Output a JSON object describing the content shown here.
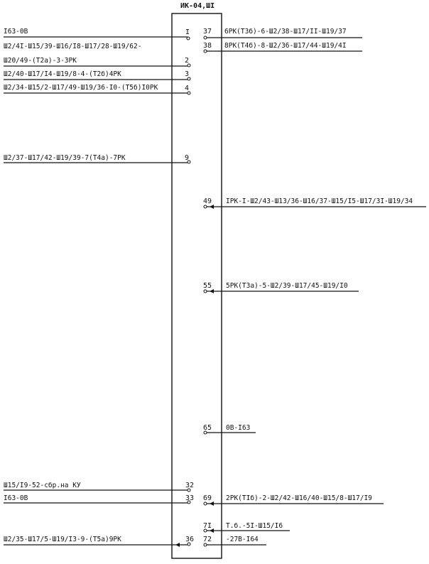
{
  "title": "ИК-04,ШI",
  "left_pins": [
    {
      "num": "I",
      "label": "I63-0В"
    },
    {
      "num": "",
      "label": "Ш2/4I-Ш15/39-Ш16/I8-Ш17/28-Ш19/62-"
    },
    {
      "num": "2",
      "label": "Ш20/49-(Т2а)-3-3РК"
    },
    {
      "num": "3",
      "label": "Ш2/40-Ш17/I4-Ш19/8-4-(Т2б)4РК"
    },
    {
      "num": "4",
      "label": "Ш2/34-Ш15/2-Ш17/49-Ш19/36-I0-(Т5б)I0РК"
    },
    {
      "num": "9",
      "label": "Ш2/37-Ш17/42-Ш19/39-7(Т4а)-7РК"
    },
    {
      "num": "32",
      "label": "Ш15/I9-52-сбр.на КУ"
    },
    {
      "num": "33",
      "label": "I63-0В"
    },
    {
      "num": "36",
      "label": "Ш2/35-Ш17/5-Ш19/I3-9-(Т5а)9РК"
    }
  ],
  "right_pins": [
    {
      "num": "37",
      "label": "6РК(Т3б)-6-Ш2/38-Ш17/II-Ш19/37"
    },
    {
      "num": "38",
      "label": "8РК(Т4б)-8-Ш2/36-Ш17/44-Ш19/4I"
    },
    {
      "num": "49",
      "label": "IРК-I-Ш2/43-Ш13/36-Ш16/37-Ш15/I5-Ш17/3I-Ш19/34"
    },
    {
      "num": "55",
      "label": "5РК(Т3а)-5-Ш2/39-Ш17/45-Ш19/I0"
    },
    {
      "num": "65",
      "label": "0В-I63"
    },
    {
      "num": "69",
      "label": "2РК(ТIб)-2-Ш2/42-Ш16/40-Ш15/8-Ш17/I9"
    },
    {
      "num": "7I",
      "label": "Т.б.-5I-Ш15/I6"
    },
    {
      "num": "72",
      "label": "-27В-I64"
    }
  ]
}
